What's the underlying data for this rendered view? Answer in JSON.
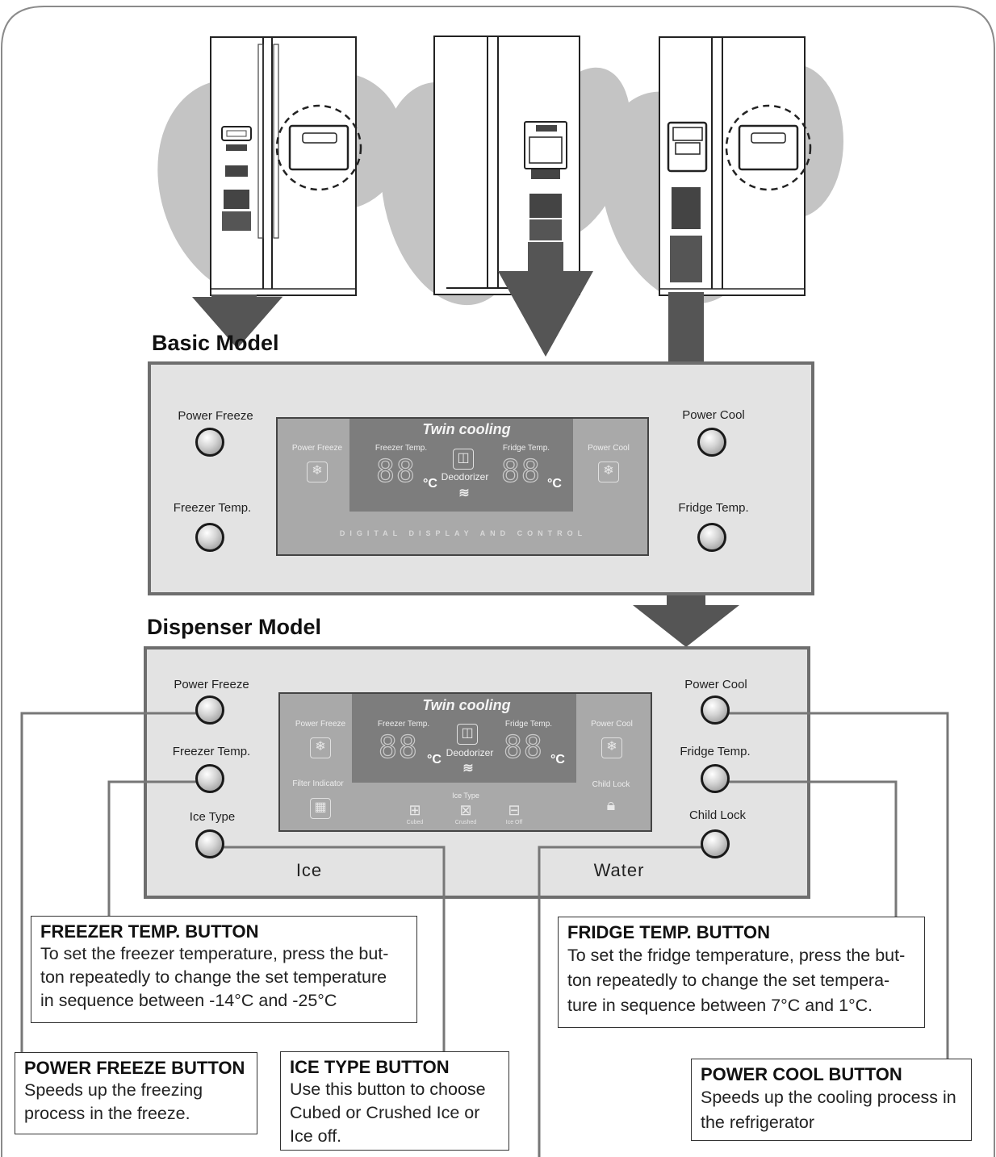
{
  "basic_model": {
    "title": "Basic Model",
    "buttons": {
      "power_freeze": "Power Freeze",
      "freezer_temp": "Freezer Temp.",
      "power_cool": "Power Cool",
      "fridge_temp": "Fridge Temp."
    },
    "display": {
      "twin_cooling": "Twin cooling",
      "power_freeze": "Power Freeze",
      "freezer_temp": "Freezer Temp.",
      "fridge_temp": "Fridge Temp.",
      "power_cool": "Power Cool",
      "deodorizer": "Deodorizer",
      "unit": "°C",
      "caption": "DIGITAL DISPLAY AND CONTROL"
    }
  },
  "dispenser_model": {
    "title": "Dispenser Model",
    "buttons": {
      "power_freeze": "Power Freeze",
      "freezer_temp": "Freezer Temp.",
      "ice_type": "Ice Type",
      "power_cool": "Power Cool",
      "fridge_temp": "Fridge Temp.",
      "child_lock": "Child Lock"
    },
    "display": {
      "twin_cooling": "Twin cooling",
      "power_freeze": "Power Freeze",
      "freezer_temp": "Freezer Temp.",
      "fridge_temp": "Fridge Temp.",
      "power_cool": "Power Cool",
      "deodorizer": "Deodorizer",
      "unit": "°C",
      "filter_indicator": "Filter Indicator",
      "child_lock": "Child Lock",
      "ice_type": "Ice Type",
      "cubed": "Cubed",
      "crushed": "Crushed",
      "ice_off": "Ice Off"
    },
    "zones": {
      "ice": "Ice",
      "water": "Water"
    }
  },
  "callouts": {
    "freezer_temp": {
      "title": "FREEZER TEMP. BUTTON",
      "body": "To set the freezer temperature, press the but-\nton repeatedly to change the set temperature\nin sequence between  -14°C and -25°C"
    },
    "fridge_temp": {
      "title": "FRIDGE TEMP. BUTTON",
      "body": "To set the fridge temperature, press the but-\nton repeatedly to change the set tempera-\nture in sequence between 7°C and 1°C."
    },
    "power_freeze": {
      "title": "POWER FREEZE BUTTON",
      "body": "Speeds up the freezing\nprocess in the freeze."
    },
    "ice_type": {
      "title": "ICE TYPE BUTTON",
      "body": "Use this button to choose\nCubed or Crushed Ice or\nIce off."
    },
    "power_cool": {
      "title": "POWER COOL BUTTON",
      "body": "Speeds up the cooling process in\nthe refrigerator"
    }
  },
  "colors": {
    "panel": "#e3e3e3",
    "panel_border": "#6e6e6e",
    "display": "#a9a9a9",
    "display_inner": "#7d7d7d",
    "arrow": "#555555",
    "blob": "#c4c4c4"
  }
}
